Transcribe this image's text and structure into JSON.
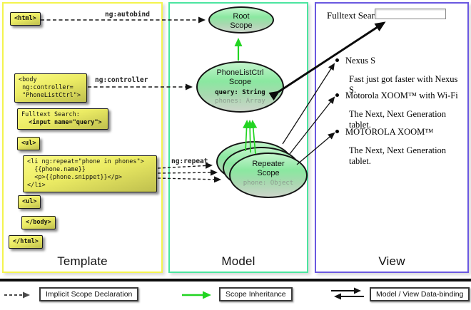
{
  "columns": {
    "template": "Template",
    "model": "Model",
    "view": "View"
  },
  "colors": {
    "template_border": "#f4f44e",
    "model_border": "#4ce5a0",
    "view_border": "#6a58e0",
    "inheritance_green": "#22d422",
    "code_box_yellow": "#ecec64",
    "scope_green": "#8ae8a0"
  },
  "template": {
    "html_open": "<html>",
    "body_open": "<body\n ng:controller=\n \"PhoneListCtrl\">",
    "fulltext_line1": "Fulltext Search:",
    "fulltext_line2": "  <input name=\"query\">",
    "ul_open": "<ul>",
    "li_repeat": "<li ng:repeat=\"phone in phones\">\n  {{phone.name}}\n  <p>{{phone.snippet}}</p>\n</li>",
    "ul_close": "<ul>",
    "body_close": "</body>",
    "html_close": "</html>"
  },
  "labels": {
    "autobind": "ng:autobind",
    "controller": "ng:controller",
    "repeat": "ng:repeat"
  },
  "model": {
    "root_scope": {
      "line1": "Root",
      "line2": "Scope"
    },
    "phonelist_scope": {
      "line1": "PhoneListCtrl",
      "line2": "Scope",
      "prop1": "query: String",
      "prop2": "phones: Array"
    },
    "repeater_scope": {
      "line1": "Repeater",
      "line2": "Scope",
      "prop1": "phone: Object"
    }
  },
  "view": {
    "fulltext_label": "Fulltext Search:",
    "search_value": "",
    "phones": [
      {
        "name": "Nexus S",
        "snippet": "Fast just got faster with Nexus S."
      },
      {
        "name": "Motorola XOOM™ with Wi-Fi",
        "snippet": "The Next, Next Generation tablet."
      },
      {
        "name": "MOTOROLA XOOM™",
        "snippet": "The Next, Next Generation tablet."
      }
    ]
  },
  "legend": {
    "implicit": "Implicit Scope Declaration",
    "inheritance": "Scope Inheritance",
    "databinding": "Model / View Data-binding"
  }
}
